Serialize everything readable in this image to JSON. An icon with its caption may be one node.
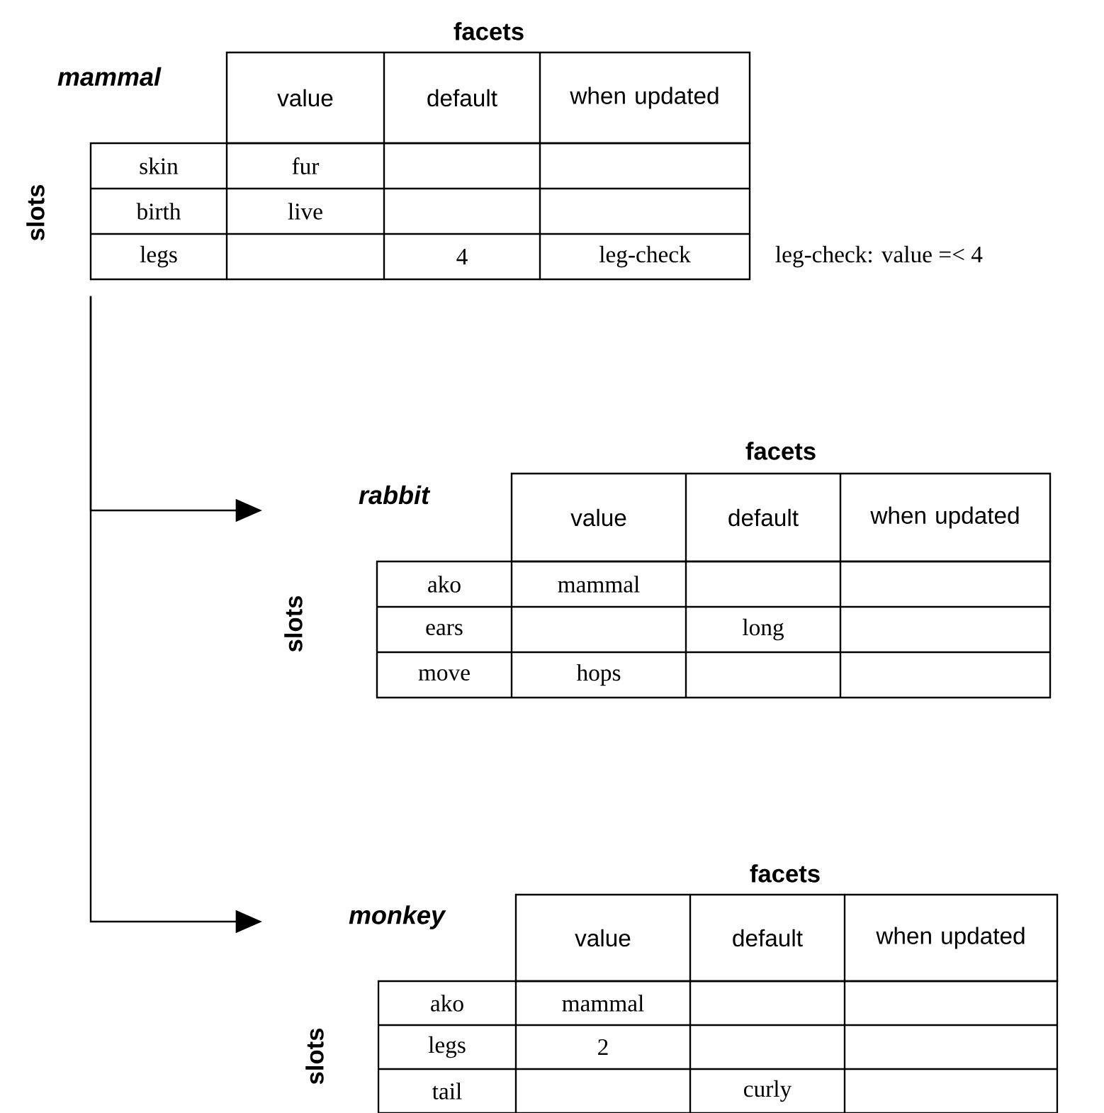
{
  "diagram": {
    "nodes": [
      {
        "text": [
          "mammal",
          "facets",
          "value",
          "default",
          "when updated",
          "slots",
          "skin",
          "fur",
          "birth",
          "live",
          "legs",
          "4",
          "leg-check"
        ],
        "beside": [
          "leg-check: value =< 4"
        ]
      },
      {
        "text": [
          "rabbit",
          "facets",
          "value",
          "default",
          "when updated",
          "slots",
          "ako",
          "mammal",
          "ears",
          "long",
          "move",
          "hops"
        ]
      },
      {
        "text": [
          "monkey",
          "facets",
          "value",
          "default",
          "when updated",
          "slots",
          "ako",
          "mammal",
          "legs",
          "2",
          "tail",
          "curly"
        ]
      }
    ],
    "edges": [
      {
        "from": 0,
        "to": 1,
        "arrow": "to"
      },
      {
        "from": 0,
        "to": 2,
        "arrow": "to"
      }
    ]
  }
}
